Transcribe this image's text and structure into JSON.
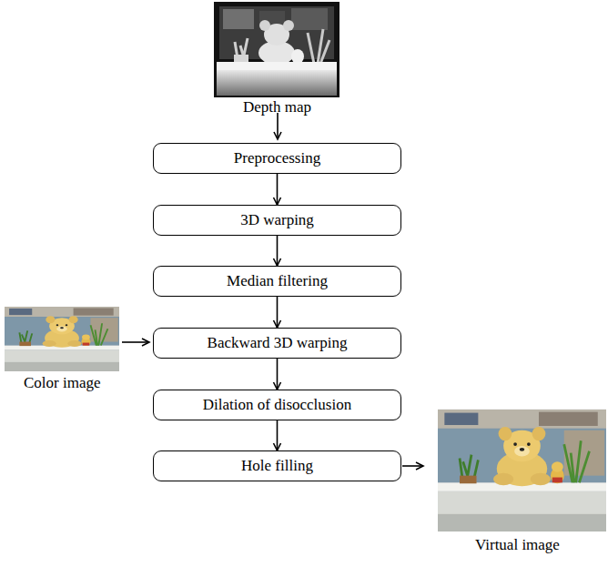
{
  "diagram": {
    "nodes": [
      {
        "text": [
          "Preprocessing"
        ]
      },
      {
        "text": [
          "3D warping"
        ]
      },
      {
        "text": [
          "Median filtering"
        ]
      },
      {
        "text": [
          "Backward 3D warping"
        ]
      },
      {
        "text": [
          "Dilation of disocclusion"
        ]
      },
      {
        "text": [
          "Hole filling"
        ]
      }
    ],
    "edges": [
      {
        "from": 0,
        "to": 1,
        "arrow": "to"
      },
      {
        "from": 1,
        "to": 2,
        "arrow": "to"
      },
      {
        "from": 2,
        "to": 3,
        "arrow": "to"
      },
      {
        "from": 3,
        "to": 4,
        "arrow": "to"
      },
      {
        "from": 4,
        "to": 5,
        "arrow": "to"
      }
    ],
    "labels": [
      "Depth map",
      "Color image",
      "Virtual image"
    ]
  }
}
